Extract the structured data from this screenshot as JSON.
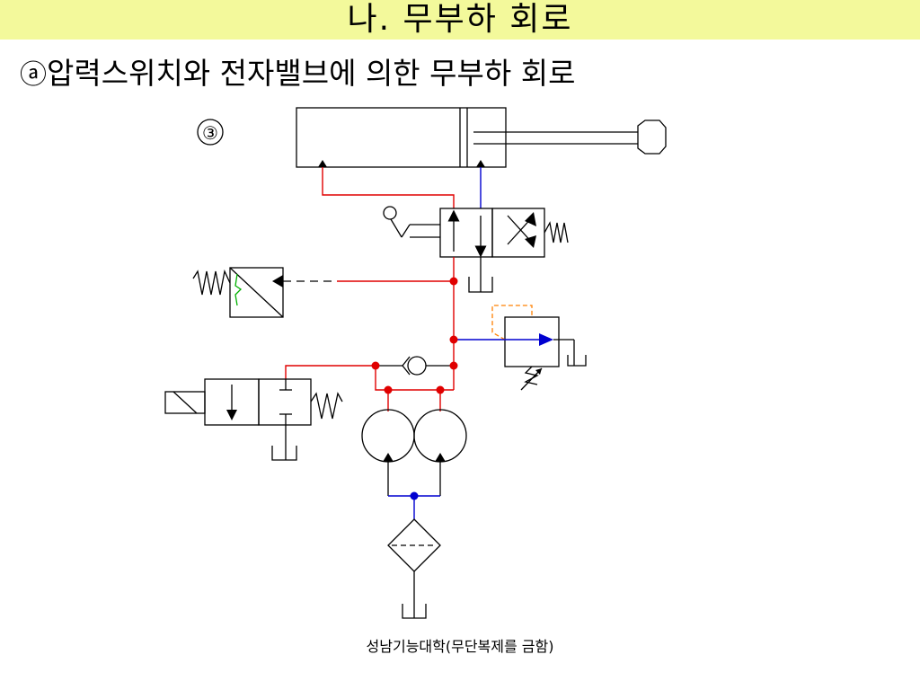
{
  "header": {
    "title": "나. 무부하 회로"
  },
  "subtitle": {
    "bullet": "ⓐ",
    "text": "압력스위치와 전자밸브에 의한 무부하 회로"
  },
  "diagram": {
    "label": "③"
  },
  "footer": {
    "text": "성남기능대학(무단복제를 금함)"
  },
  "colors": {
    "title_bg": "#f3f99b",
    "pressure_line": "#e00000",
    "return_line": "#0000d0",
    "pilot_line": "#ff8000",
    "spring_mark": "#00b000"
  }
}
